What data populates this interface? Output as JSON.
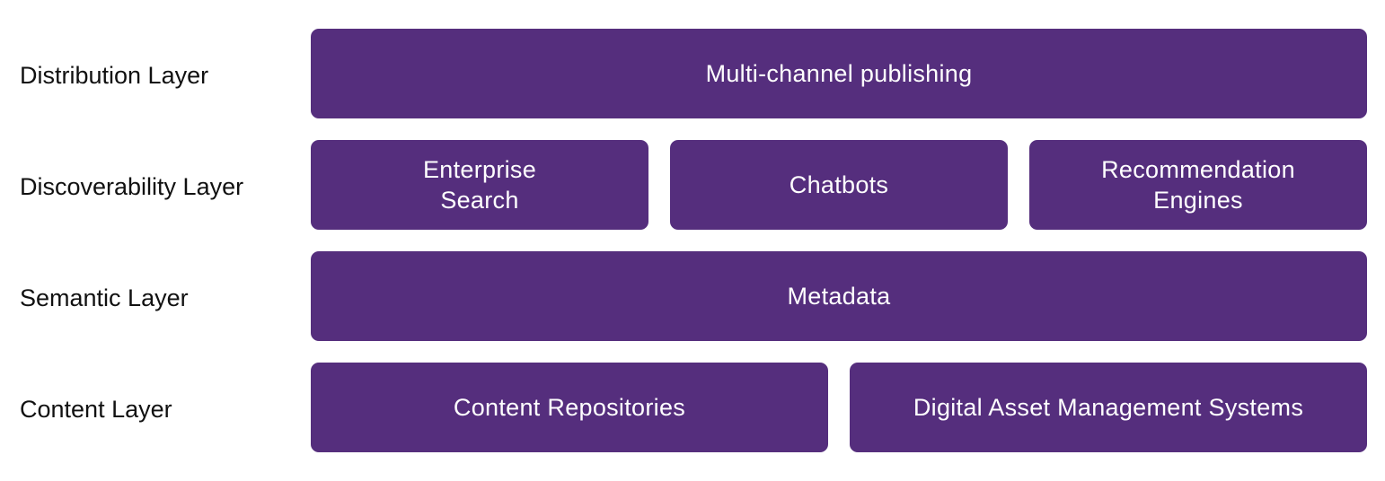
{
  "layers": [
    {
      "label": "Distribution Layer",
      "boxes": [
        "Multi-channel publishing"
      ]
    },
    {
      "label": "Discoverability Layer",
      "boxes": [
        "Enterprise\nSearch",
        "Chatbots",
        "Recommendation\nEngines"
      ]
    },
    {
      "label": "Semantic Layer",
      "boxes": [
        "Metadata"
      ]
    },
    {
      "label": "Content Layer",
      "boxes": [
        "Content Repositories",
        "Digital Asset Management Systems"
      ]
    }
  ],
  "colors": {
    "box_fill": "#552e7d",
    "box_text": "#ffffff",
    "label_text": "#111111",
    "background": "#ffffff"
  }
}
